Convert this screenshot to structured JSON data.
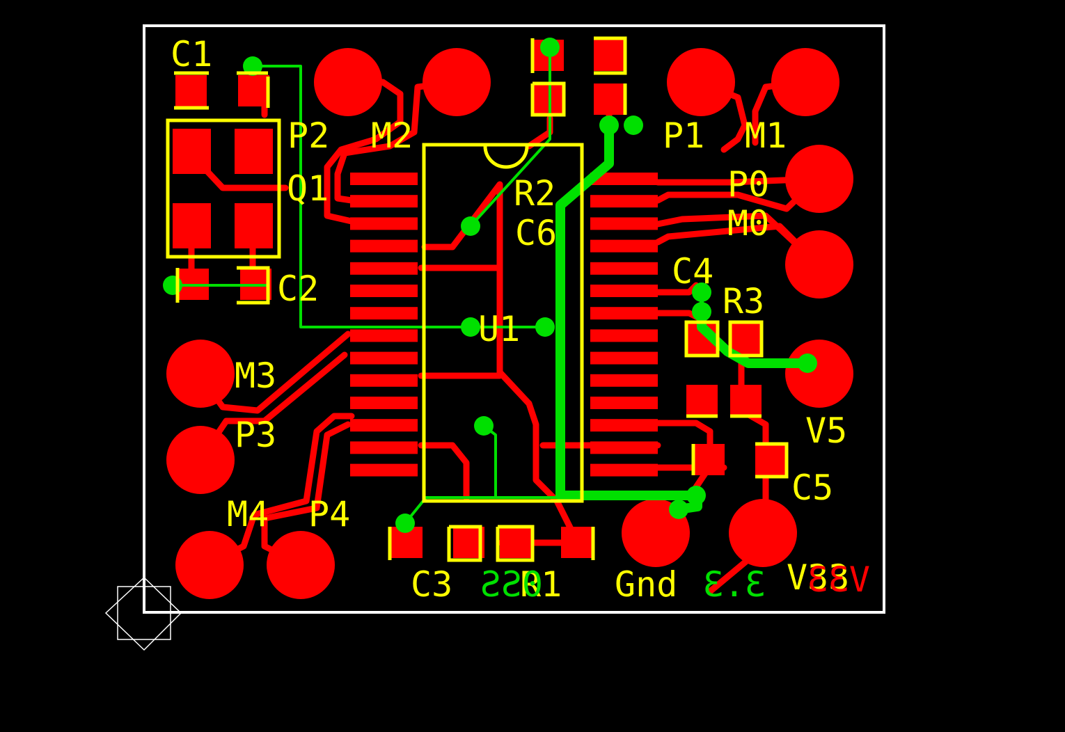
{
  "colors": {
    "background": "#000000",
    "copper_top": "#ff0000",
    "copper_bottom": "#00e000",
    "silkscreen": "#ffff00",
    "outline": "#ffffff"
  },
  "labels": {
    "c1": "C1",
    "c2": "C2",
    "c3": "C3",
    "c4": "C4",
    "c5": "C5",
    "c6": "C6",
    "r1": "R1",
    "r2": "R2",
    "r3": "R3",
    "q1": "Q1",
    "u1": "U1",
    "p0": "P0",
    "p1": "P1",
    "p2": "P2",
    "p3": "P3",
    "p4": "P4",
    "m0": "M0",
    "m1": "M1",
    "m2": "M2",
    "m3": "M3",
    "m4": "M4",
    "v5": "V5",
    "v33": "V33",
    "gnd": "Gnd",
    "bottom_text_left": "0SS",
    "bottom_text_right": "3.3",
    "bottom_text_red": "V33"
  }
}
